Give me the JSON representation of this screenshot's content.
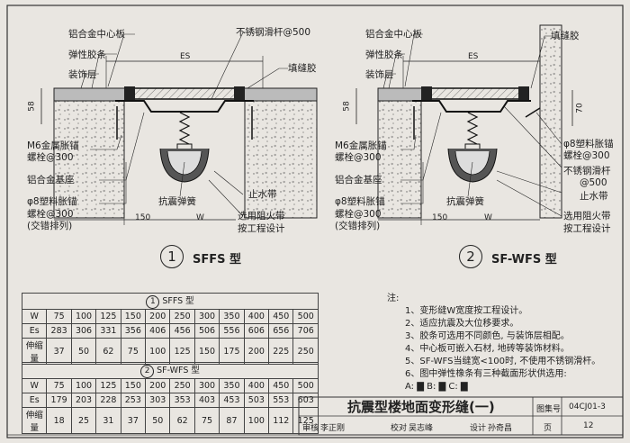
{
  "diagram1": {
    "labels": {
      "center_plate": "铝合金中心板",
      "elastic_strip": "弹性胶条",
      "finish_layer": "装饰层",
      "stainless_rod": "不锈钢滑杆@500",
      "filler": "填缝胶",
      "es": "ES",
      "dim_58": "58",
      "anchor1": "M6金属胀锚",
      "anchor1b": "螺栓@300",
      "base": "铝合金基座",
      "anchor2": "φ8塑料胀锚",
      "anchor2b": "螺栓@300",
      "anchor2c": "(交错排列)",
      "spring": "抗震弹簧",
      "waterstop": "止水带",
      "fireband": "选用阻火带",
      "fireband2": "按工程设计",
      "dim_150": "150",
      "w": "W"
    },
    "number": "1",
    "caption": "SFFS 型"
  },
  "diagram2": {
    "labels": {
      "center_plate": "铝合金中心板",
      "elastic_strip": "弹性胶条",
      "finish_layer": "装饰层",
      "filler": "填缝胶",
      "es": "ES",
      "dim_58": "58",
      "dim_70": "70",
      "anchor1": "M6金属胀锚",
      "anchor1b": "螺栓@300",
      "base": "铝合金基座",
      "anchor2": "φ8塑料胀锚",
      "anchor2b": "螺栓@300",
      "anchor2c": "(交错排列)",
      "spring": "抗震弹簧",
      "r_anchor": "φ8塑料胀锚",
      "r_anchor2": "螺栓@300",
      "r_rod": "不锈钢滑杆",
      "r_rod2": "@500",
      "waterstop": "止水带",
      "fireband": "选用阻火带",
      "fireband2": "按工程设计",
      "dim_150": "150",
      "w": "W"
    },
    "number": "2",
    "caption": "SF-WFS 型"
  },
  "table1": {
    "number": "1",
    "title": "SFFS 型",
    "rows": [
      {
        "head": "W",
        "cells": [
          "75",
          "100",
          "125",
          "150",
          "200",
          "250",
          "300",
          "350",
          "400",
          "450",
          "500"
        ]
      },
      {
        "head": "Es",
        "cells": [
          "283",
          "306",
          "331",
          "356",
          "406",
          "456",
          "506",
          "556",
          "606",
          "656",
          "706"
        ]
      },
      {
        "head": "伸缩量",
        "cells": [
          "37",
          "50",
          "62",
          "75",
          "100",
          "125",
          "150",
          "175",
          "200",
          "225",
          "250"
        ]
      }
    ]
  },
  "table2": {
    "number": "2",
    "title": "SF-WFS 型",
    "rows": [
      {
        "head": "W",
        "cells": [
          "75",
          "100",
          "125",
          "150",
          "200",
          "250",
          "300",
          "350",
          "400",
          "450",
          "500"
        ]
      },
      {
        "head": "Es",
        "cells": [
          "179",
          "203",
          "228",
          "253",
          "303",
          "353",
          "403",
          "453",
          "503",
          "553",
          "603"
        ]
      },
      {
        "head": "伸缩量",
        "cells": [
          "18",
          "25",
          "31",
          "37",
          "50",
          "62",
          "75",
          "87",
          "100",
          "112",
          "125"
        ]
      }
    ]
  },
  "notes": {
    "head": "注:",
    "items": [
      "1、变形缝W宽度按工程设计。",
      "2、适应抗震及大位移要求。",
      "3、胶条可选用不同颜色, 与装饰层相配。",
      "4、中心板可嵌入石材, 地砖等装饰材料。",
      "5、SF-WFS当缝宽<100时, 不使用不锈钢滑杆。",
      "6、图中弹性橡条有三种截面形状供选用:"
    ],
    "legend": "A: ▇  B: ▇  C: ▇"
  },
  "title_block": {
    "title": "抗震型楼地面变形缝(一)",
    "atlas_label": "图集号",
    "atlas_no": "04CJ01-3",
    "review": "审核",
    "reviewer": "李正刚",
    "check": "校对",
    "checker": "吴志峰",
    "design": "设计",
    "designer": "孙奇昌",
    "page_label": "页",
    "page_no": "12"
  }
}
